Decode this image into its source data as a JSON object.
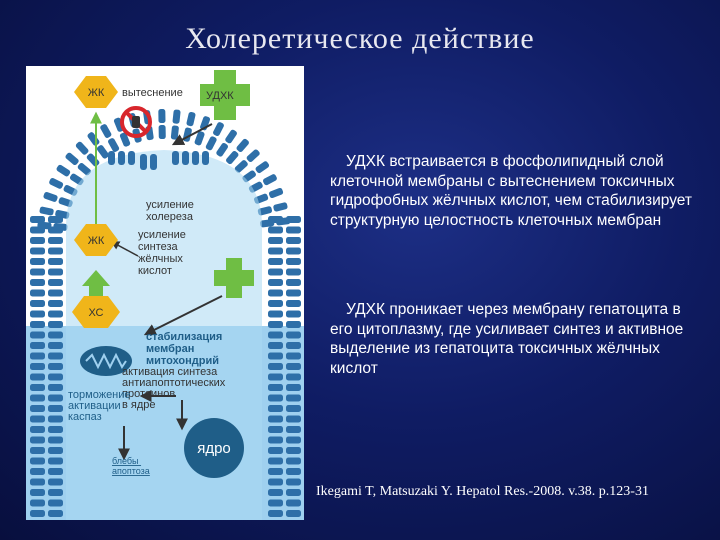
{
  "slide": {
    "title": "Холеретическое действие",
    "paragraphs": [
      "УДХК встраивается в фосфолипидный слой клеточной мембраны с вытеснением токсичных гидрофобных жёлчных кислот, чем стабилизирует структурную целостность клеточных мембран",
      "УДХК проникает через мембрану гепатоцита в его цитоплазму, где усиливает синтез и активное выделение из гепатоцита токсичных жёлчных кислот"
    ],
    "citation": "Ikegami T, Matsuzaki Y. Hepatol Res.-2008. v.38. p.123-31"
  },
  "diagram": {
    "labels": {
      "zhk_top": "ЖК",
      "displacement": "вытеснение",
      "udhk": "УДХК",
      "zhk_mid": "ЖК",
      "xc": "ХС",
      "choleresis": [
        "усиление",
        "холереза"
      ],
      "synthesis": [
        "усиление",
        "синтеза",
        "жёлчных",
        "кислот"
      ],
      "stabilization": [
        "стабилизация",
        "мембран",
        "митохондрий"
      ],
      "antiapoptotic": [
        "активация синтеза",
        "антиапоптотических",
        "протеинов",
        "в ядре"
      ],
      "caspase": [
        "торможение",
        "активации",
        "каспаз"
      ],
      "nucleus": "ядро",
      "bleb": [
        "блебы",
        "апоптоза"
      ]
    },
    "colors": {
      "background": "#0f1c63",
      "title": "#e8e8f0",
      "diagram_panel": "#ffffff",
      "lower_panel": "#9fd0ef",
      "membrane": "#2e6fa8",
      "orange_badge": "#f0b51a",
      "green_cross": "#6fbe44",
      "nucleus": "#1f5e88",
      "prohibited_sign": "#d8262c",
      "arrow": "#333333"
    }
  }
}
